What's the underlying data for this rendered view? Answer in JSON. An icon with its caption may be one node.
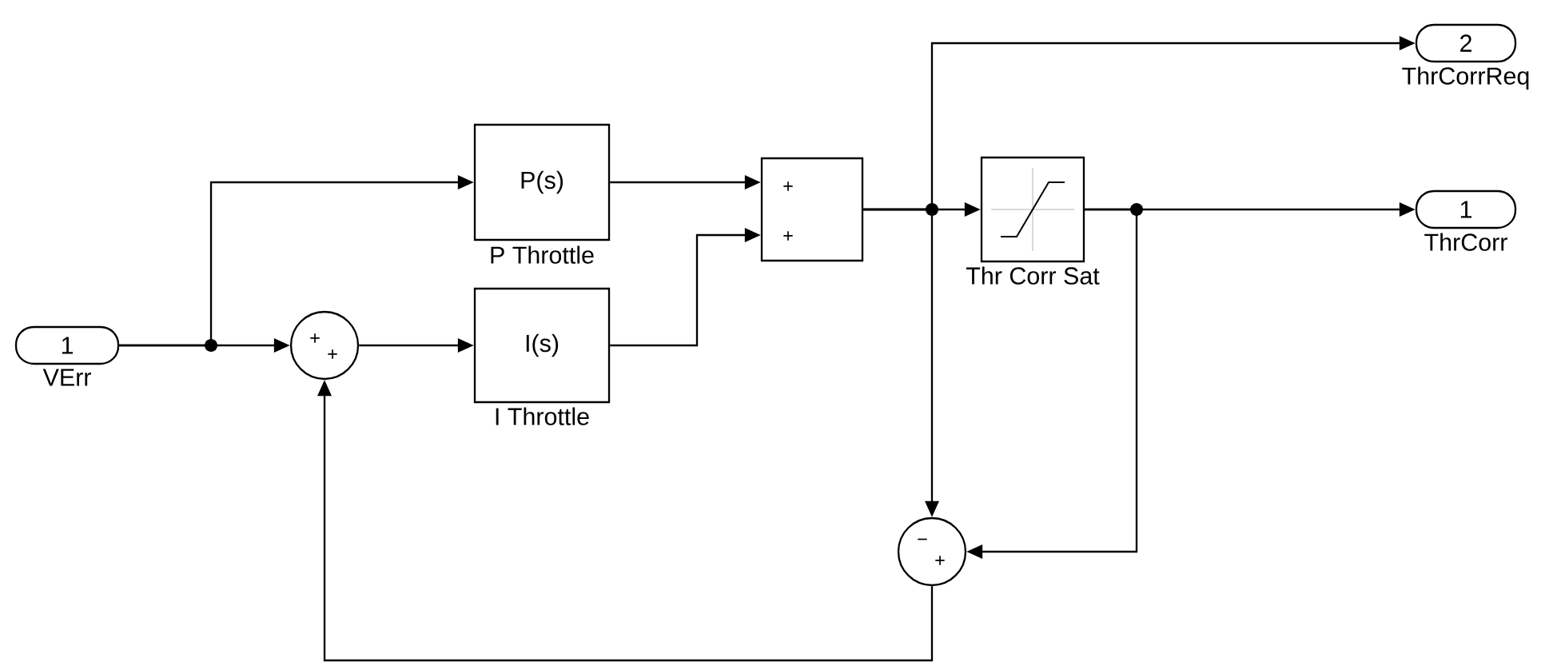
{
  "diagram": {
    "nodes": [
      {
        "text": [
          "1",
          "VErr"
        ]
      },
      {
        "text": [
          "+",
          "+"
        ]
      },
      {
        "text": [
          "P(s)",
          "P Throttle"
        ]
      },
      {
        "text": [
          "I(s)",
          "I Throttle"
        ]
      },
      {
        "text": [
          "+",
          "+"
        ]
      },
      {
        "text": [
          "Thr Corr Sat"
        ]
      },
      {
        "text": [
          "2",
          "ThrCorrReq"
        ]
      },
      {
        "text": [
          "1",
          "ThrCorr"
        ]
      },
      {
        "text": [
          "−",
          "+"
        ]
      }
    ],
    "edges": [
      {
        "from": 0,
        "to": 2,
        "arrow": "to"
      },
      {
        "from": 0,
        "to": 1,
        "arrow": "to"
      },
      {
        "from": 1,
        "to": 3,
        "arrow": "to"
      },
      {
        "from": 2,
        "to": 4,
        "arrow": "to"
      },
      {
        "from": 3,
        "to": 4,
        "arrow": "to"
      },
      {
        "from": 4,
        "to": 5,
        "arrow": "to"
      },
      {
        "from": 4,
        "to": 6,
        "arrow": "to"
      },
      {
        "from": 4,
        "to": 8,
        "arrow": "to"
      },
      {
        "from": 5,
        "to": 7,
        "arrow": "to"
      },
      {
        "from": 5,
        "to": 8,
        "arrow": "to"
      },
      {
        "from": 8,
        "to": 1,
        "arrow": "to"
      }
    ]
  }
}
